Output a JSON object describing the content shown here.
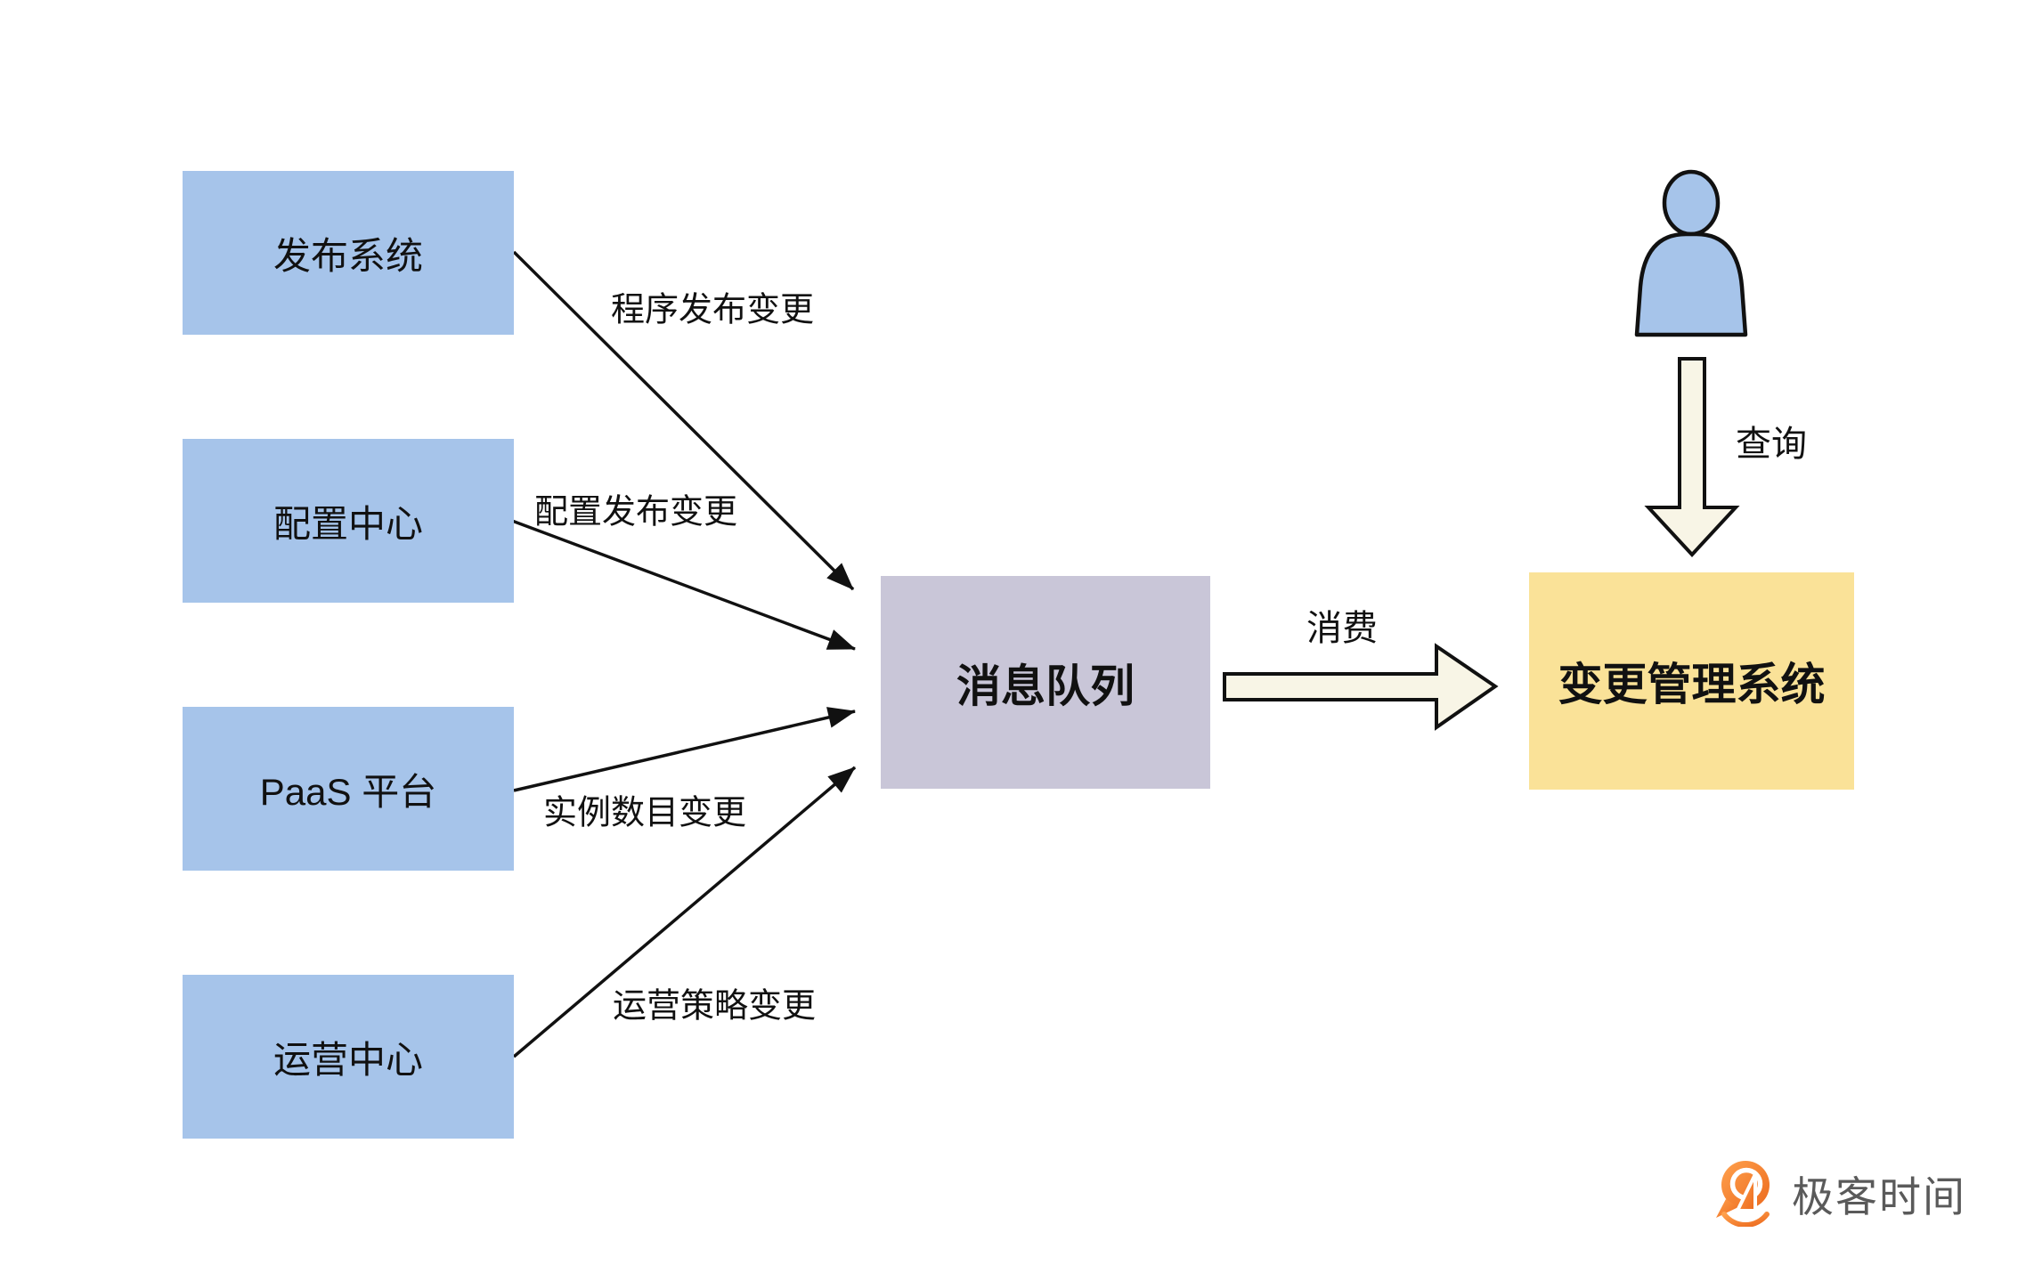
{
  "diagram": {
    "sources": [
      {
        "label": "发布系统"
      },
      {
        "label": "配置中心"
      },
      {
        "label": "PaaS 平台"
      },
      {
        "label": "运营中心"
      }
    ],
    "edges": [
      {
        "label": "程序发布变更"
      },
      {
        "label": "配置发布变更"
      },
      {
        "label": "实例数目变更"
      },
      {
        "label": "运营策略变更"
      }
    ],
    "queue": {
      "label": "消息队列"
    },
    "target": {
      "label": "变更管理系统"
    },
    "consume": {
      "label": "消费"
    },
    "query": {
      "label": "查询"
    },
    "icons": {
      "actor": "person-icon",
      "logo": "geektime-pin-icon"
    },
    "colors": {
      "source_fill": "#a6c4ea",
      "queue_fill": "#c9c6d8",
      "target_fill": "#fae298",
      "hollow_arrow_fill": "#f8f5e6",
      "line": "#111111",
      "logo_orange": "#f0711f",
      "logo_text_gray": "#5a5a5a"
    }
  },
  "branding": {
    "logo_text": "极客时间"
  }
}
